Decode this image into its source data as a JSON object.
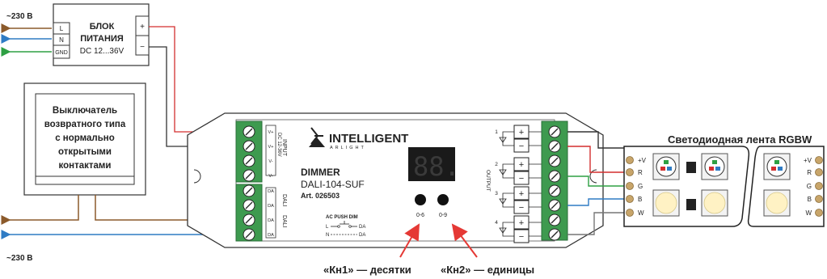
{
  "mains": {
    "top": "~230 В",
    "bottom": "~230 В"
  },
  "psu": {
    "title_line1": "БЛОК",
    "title_line2": "ПИТАНИЯ",
    "spec": "DC 12...36V",
    "terminals": [
      "L",
      "N",
      "GND"
    ],
    "output_terminals": [
      "+",
      "−"
    ]
  },
  "switch": {
    "line1": "Выключатель",
    "line2": "возвратного типа",
    "line3": "с нормально",
    "line4": "открытыми",
    "line5": "контактами"
  },
  "dimmer": {
    "brand": "INTELLIGENT",
    "brand_sub": "ARLIGHT",
    "name": "DIMMER",
    "model": "DALI-104-SUF",
    "art": "Art. 026503",
    "display": "88.",
    "btn1_label": "0-6",
    "btn2_label": "0-9",
    "input_label": "INPUT",
    "input_voltage": "DC 12-36V",
    "input_terminals": [
      "V+",
      "V+",
      "V-",
      "V-"
    ],
    "dali_label": "DALI",
    "dali_terminals": [
      "DA",
      "DA",
      "DA",
      "DA"
    ],
    "push_title": "AC PUSH DIM",
    "push_l": "L",
    "push_n": "N",
    "push_da1": "DA",
    "push_da2": "DA",
    "output_label": "OUTPUT",
    "channels": [
      "1",
      "2",
      "3",
      "4"
    ]
  },
  "strip": {
    "title": "Светодиодная лента RGBW",
    "pins": [
      "+V",
      "R",
      "G",
      "B",
      "W"
    ],
    "pins_right": [
      "+V",
      "R",
      "G",
      "B",
      "W"
    ]
  },
  "captions": {
    "kn1": "«Кн1» — десятки",
    "kn2": "«Кн2» — единицы"
  },
  "colors": {
    "brown": "#8B5A2B",
    "blue": "#2E7BC4",
    "green": "#2EA043",
    "red": "#D32F2F",
    "terminal_green": "#3E9A4F",
    "display_bg": "#1a1a1a",
    "arrow_red": "#E53935"
  }
}
